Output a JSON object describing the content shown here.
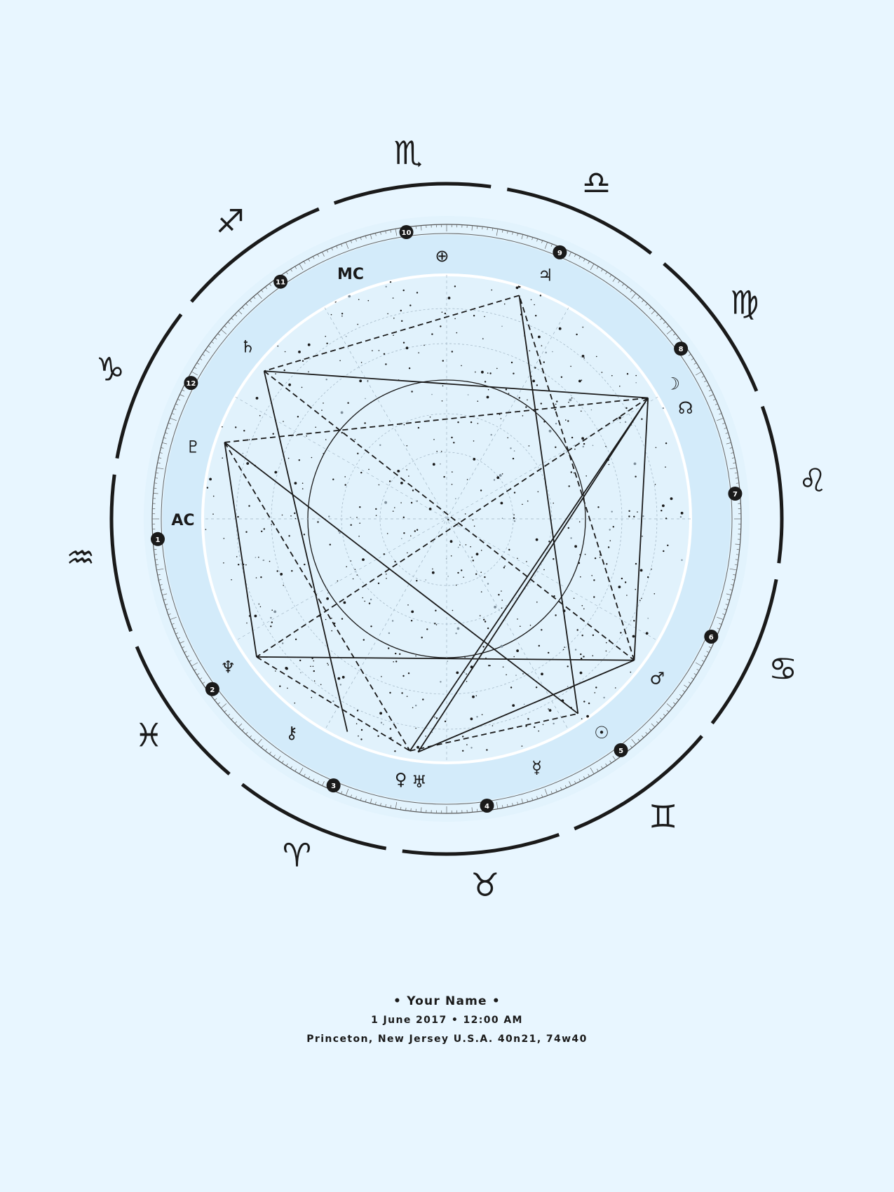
{
  "subject": {
    "name": "• Your Name •",
    "date_time": "1 June 2017 • 12:00 AM",
    "place": "Princeton, New Jersey U.S.A. 40n21, 74w40"
  },
  "angles": {
    "mc": "MC",
    "ac": "AC"
  },
  "colors": {
    "background": "#e8f6ff",
    "inner_disc": "#d5ecfa",
    "star_field": "#e4f4fd",
    "ink": "#1a1a1a"
  },
  "zodiac_signs": [
    {
      "name": "sign-scorpio-icon",
      "glyph": "♏",
      "angle_deg": 96
    },
    {
      "name": "sign-libra-icon",
      "glyph": "♎",
      "angle_deg": 66
    },
    {
      "name": "sign-virgo-icon",
      "glyph": "♍",
      "angle_deg": 36
    },
    {
      "name": "sign-leo-icon",
      "glyph": "♌",
      "angle_deg": 6
    },
    {
      "name": "sign-cancer-icon",
      "glyph": "♋",
      "angle_deg": -24
    },
    {
      "name": "sign-gemini-icon",
      "glyph": "♊",
      "angle_deg": -54
    },
    {
      "name": "sign-taurus-icon",
      "glyph": "♉",
      "angle_deg": -84
    },
    {
      "name": "sign-aries-icon",
      "glyph": "♈",
      "angle_deg": -114
    },
    {
      "name": "sign-pisces-icon",
      "glyph": "♓",
      "angle_deg": -144
    },
    {
      "name": "sign-aquarius-icon",
      "glyph": "♒",
      "angle_deg": 186
    },
    {
      "name": "sign-capricorn-icon",
      "glyph": "♑",
      "angle_deg": 156
    },
    {
      "name": "sign-sagittarius-icon",
      "glyph": "♐",
      "angle_deg": 126
    }
  ],
  "houses": [
    {
      "number": "10",
      "angle_deg": 98
    },
    {
      "number": "9",
      "angle_deg": 67
    },
    {
      "number": "8",
      "angle_deg": 36
    },
    {
      "number": "7",
      "angle_deg": 5
    },
    {
      "number": "6",
      "angle_deg": -24
    },
    {
      "number": "5",
      "angle_deg": -53
    },
    {
      "number": "4",
      "angle_deg": -82
    },
    {
      "number": "3",
      "angle_deg": -113
    },
    {
      "number": "2",
      "angle_deg": -144
    },
    {
      "number": "1",
      "angle_deg": -176
    },
    {
      "number": "12",
      "angle_deg": 152
    },
    {
      "number": "11",
      "angle_deg": 125
    }
  ],
  "planets": [
    {
      "name": "part-of-fortune-icon",
      "glyph": "⊕",
      "angle_deg": 91
    },
    {
      "name": "jupiter-icon",
      "glyph": "♃",
      "angle_deg": 68
    },
    {
      "name": "moon-icon",
      "glyph": "☽",
      "angle_deg": 31
    },
    {
      "name": "north-node-icon",
      "glyph": "☊",
      "angle_deg": 25
    },
    {
      "name": "mars-icon",
      "glyph": "♂",
      "angle_deg": -37
    },
    {
      "name": "sun-icon",
      "glyph": "☉",
      "angle_deg": -54
    },
    {
      "name": "mercury-icon",
      "glyph": "☿",
      "angle_deg": -70
    },
    {
      "name": "uranus-icon",
      "glyph": "♅",
      "angle_deg": -96
    },
    {
      "name": "venus-icon",
      "glyph": "♀",
      "angle_deg": -100
    },
    {
      "name": "chiron-icon",
      "glyph": "⚷",
      "angle_deg": -126
    },
    {
      "name": "neptune-icon",
      "glyph": "♆",
      "angle_deg": -146
    },
    {
      "name": "pluto-icon",
      "glyph": "♇",
      "angle_deg": 164
    },
    {
      "name": "saturn-icon",
      "glyph": "♄",
      "angle_deg": 139
    }
  ],
  "aspects": [
    {
      "from": 141,
      "to": 31,
      "style": "solid"
    },
    {
      "from": 141,
      "to": -115,
      "style": "solid"
    },
    {
      "from": 141,
      "to": -37,
      "style": "dashed"
    },
    {
      "from": 161,
      "to": -56,
      "style": "solid"
    },
    {
      "from": 161,
      "to": 31,
      "style": "dashed"
    },
    {
      "from": 161,
      "to": -144,
      "style": "solid"
    },
    {
      "from": 161,
      "to": -99,
      "style": "dashed"
    },
    {
      "from": 31,
      "to": -97,
      "style": "solid"
    },
    {
      "from": 31,
      "to": -99,
      "style": "solid"
    },
    {
      "from": 31,
      "to": -37,
      "style": "solid"
    },
    {
      "from": 31,
      "to": -144,
      "style": "dashed"
    },
    {
      "from": 72,
      "to": -56,
      "style": "solid"
    },
    {
      "from": 72,
      "to": 141,
      "style": "dashed"
    },
    {
      "from": -144,
      "to": -37,
      "style": "solid"
    },
    {
      "from": -144,
      "to": -99,
      "style": "dashed"
    },
    {
      "from": -97,
      "to": -37,
      "style": "solid"
    },
    {
      "from": -99,
      "to": -56,
      "style": "dashed"
    },
    {
      "from": -37,
      "to": 72,
      "style": "dashed"
    }
  ]
}
